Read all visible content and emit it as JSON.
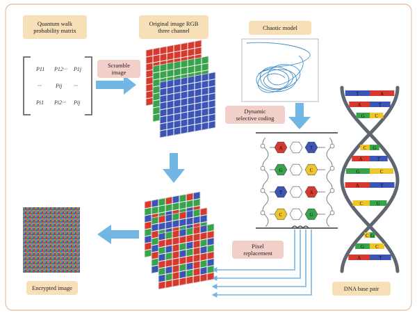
{
  "labels": {
    "quantum_walk": "Quantum walk\nprobability matrix",
    "original_rgb": "Original image RGB\nthree channel",
    "chaotic_model": "Chaotic model",
    "scramble": "Scramble\nimage",
    "dynamic_coding": "Dynamic\nselective coding",
    "pixel_replacement": "Pixel\nreplacement",
    "encrypted_image": "Encrypted image",
    "dna_pair": "DNA base pair"
  },
  "matrix": {
    "r1c1": "P11",
    "r1c2": "P12···",
    "r1c3": "P1j",
    "r2c1": "···",
    "r2c2": "Pij",
    "r2c3": "···",
    "r3c1": "Pi1",
    "r3c2": "Pi2···",
    "r3c3": "Pij"
  },
  "dna_rungs": [
    {
      "left": "T",
      "right": "A"
    },
    {
      "left": "A",
      "right": "T"
    },
    {
      "left": "G",
      "right": "C"
    },
    {
      "left": "C",
      "right": "G"
    },
    {
      "left": "A",
      "right": "T"
    },
    {
      "left": "G",
      "right": "C"
    },
    {
      "left": "A",
      "right": "T"
    },
    {
      "left": "C",
      "right": "G"
    },
    {
      "left": "C",
      "right": "G"
    },
    {
      "left": "G",
      "right": "C"
    },
    {
      "left": "A",
      "right": "T"
    }
  ],
  "molecule_bases": [
    "A",
    "T",
    "G",
    "C",
    "T",
    "A",
    "C",
    "G"
  ],
  "colors": {
    "arrow": "#72b6e3",
    "frame": "#e8b99a",
    "tan": "#f7dfb8",
    "pink": "#f3cfc9",
    "red": "#d63a2f",
    "green": "#39a34c",
    "blue": "#3c55b5",
    "yellow": "#f0c52c",
    "helix": "#5f6670"
  }
}
